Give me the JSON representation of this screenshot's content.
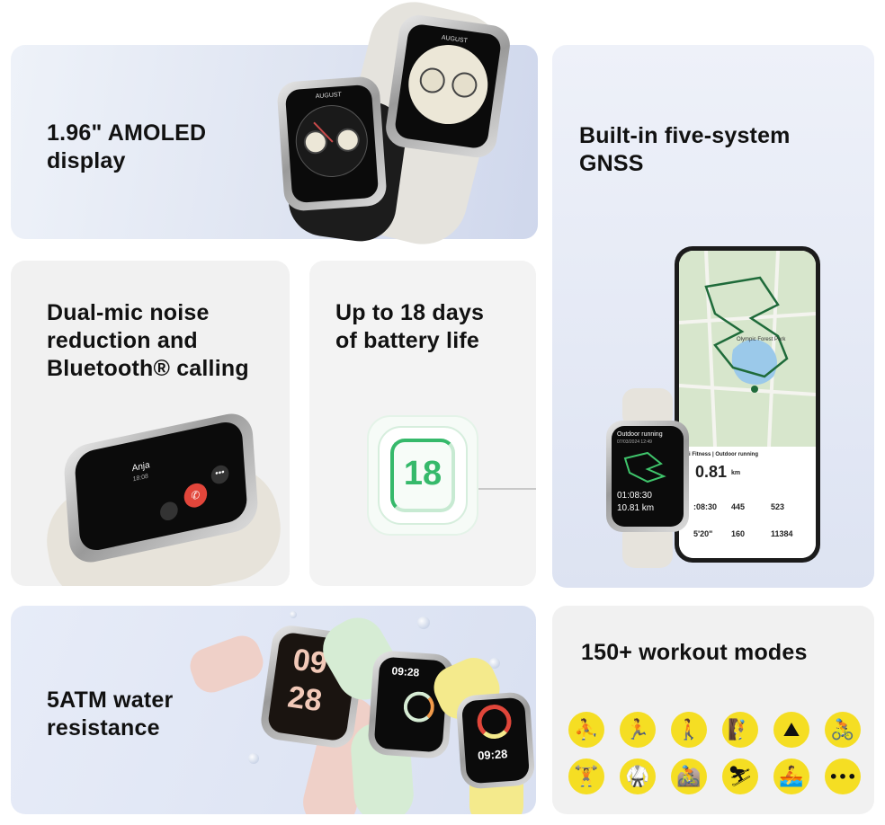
{
  "cards": {
    "amoled": {
      "line1": "1.96\" AMOLED",
      "line2": "display"
    },
    "gnss": {
      "line1": "Built-in five-system",
      "line2": "GNSS"
    },
    "mic": {
      "line1": "Dual-mic noise",
      "line2": "reduction and",
      "line3": "Bluetooth® calling"
    },
    "battery": {
      "line1": "Up to 18 days",
      "line2": "of battery life",
      "days": "18"
    },
    "water": {
      "line1": "5ATM water",
      "line2": "resistance"
    },
    "workout": {
      "title": "150+ workout modes"
    }
  },
  "watch_faces": {
    "month": "AUGUST",
    "call_name": "Anja",
    "call_time": "18:08",
    "time_big_h": "09",
    "time_big_m": "28",
    "time_small": "09:28"
  },
  "gnss_screen": {
    "watch_title": "Outdoor running",
    "watch_date": "07/03/2024 12:49",
    "watch_time": "01:08:30",
    "watch_dist": "10.81 km",
    "phone_header": "Mi Fitness | Outdoor running",
    "phone_dist": "0.81",
    "phone_dist_unit": "km",
    "phone_time": ":08:30",
    "phone_kcal": "445",
    "phone_steps": "523",
    "phone_pace": "5'20\"",
    "phone_bpm": "160",
    "phone_total": "11384",
    "map_label": "Olympic Forest Park"
  },
  "workout_icons": [
    "treadmill",
    "running",
    "walking",
    "climbing",
    "hiking",
    "cycling",
    "strength",
    "martial-arts",
    "spinning",
    "elliptical",
    "rowing",
    "more"
  ],
  "colors": {
    "accent_yellow": "#f5de23",
    "battery_green": "#36b96b"
  }
}
